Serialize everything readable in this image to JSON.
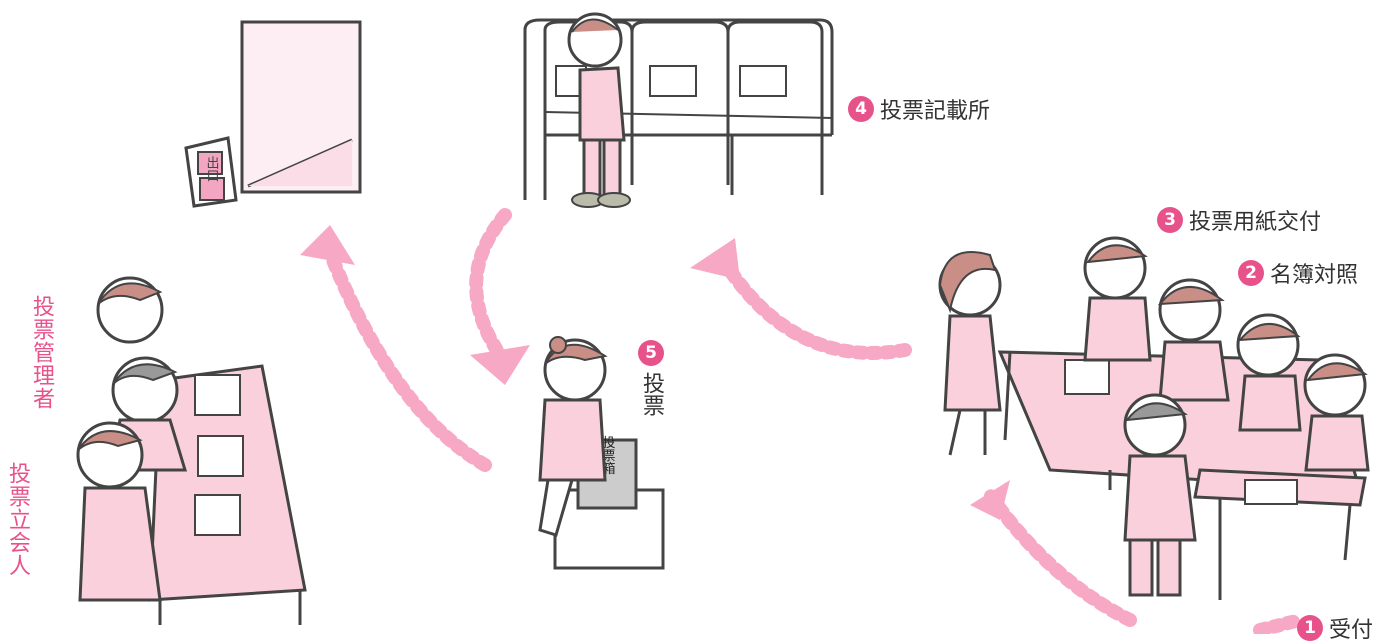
{
  "steps": {
    "s1": {
      "num": "1",
      "text": "受付"
    },
    "s2": {
      "num": "2",
      "text": "名簿対照"
    },
    "s3": {
      "num": "3",
      "text": "投票用紙交付"
    },
    "s4": {
      "num": "4",
      "text": "投票記載所"
    },
    "s5": {
      "num": "5",
      "text": "投票"
    }
  },
  "roles": {
    "manager": "投票管理者",
    "witness": "投票立会人"
  },
  "signs": {
    "exit": "出口",
    "ballot_box": "投票箱"
  },
  "colors": {
    "accent": "#e8528a",
    "arrow": "#f7a8c4",
    "person_fill": "#f9d0dc",
    "outline": "#444444"
  }
}
